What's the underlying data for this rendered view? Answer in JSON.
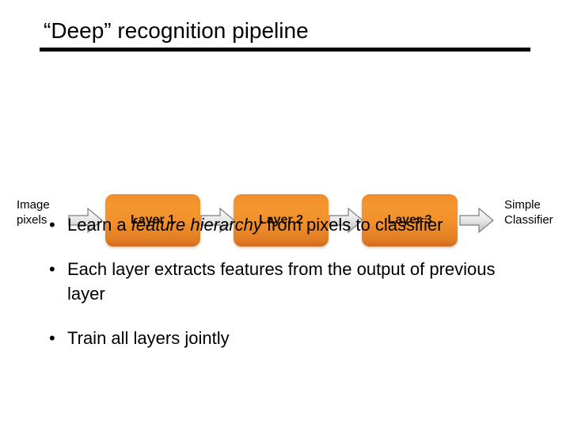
{
  "slide": {
    "title": "“Deep” recognition pipeline"
  },
  "pipeline": {
    "input_label_line1": "Image",
    "input_label_line2": "pixels",
    "output_label_line1": "Simple",
    "output_label_line2": "Classifier",
    "layers": [
      {
        "label": "Layer 1"
      },
      {
        "label": "Layer 2"
      },
      {
        "label": "Layer 3"
      }
    ],
    "arrow_icon": "right-block-arrow-icon",
    "box_color_top": "#ef8b2c",
    "box_color_mid": "#f4972f",
    "box_color_bottom": "#d2691e",
    "arrow_fill_light": "#f2f2f2",
    "arrow_fill_dark": "#c8c8c8",
    "arrow_stroke": "#808080"
  },
  "bullets": [
    {
      "marker": "•",
      "pre": "Learn a ",
      "em": "feature hierarchy",
      "post": " from pixels to classifier"
    },
    {
      "marker": "•",
      "pre": "Each layer extracts features from the output of previous layer",
      "em": "",
      "post": ""
    },
    {
      "marker": "•",
      "pre": "Train all layers jointly",
      "em": "",
      "post": ""
    }
  ]
}
